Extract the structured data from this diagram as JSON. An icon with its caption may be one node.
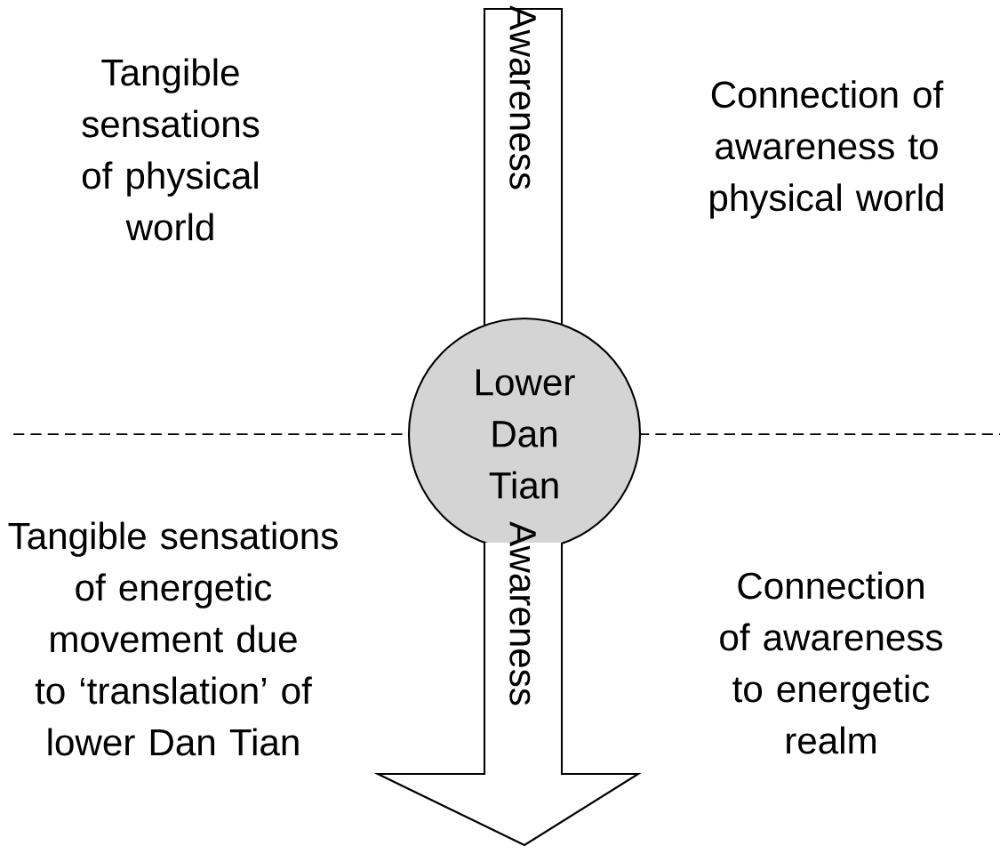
{
  "diagram": {
    "nodes": [
      {
        "text": [
          "Awareness"
        ]
      },
      {
        "text": [
          "Lower Dan Tian"
        ]
      },
      {
        "text": [
          "Awareness"
        ]
      }
    ],
    "labels": [
      "Tangible sensations of physical world",
      "Connection of awareness to physical world",
      "Tangible sensations of energetic movement due to ‘translation’ of lower Dan Tian",
      "Connection of awareness to energetic realm"
    ]
  }
}
